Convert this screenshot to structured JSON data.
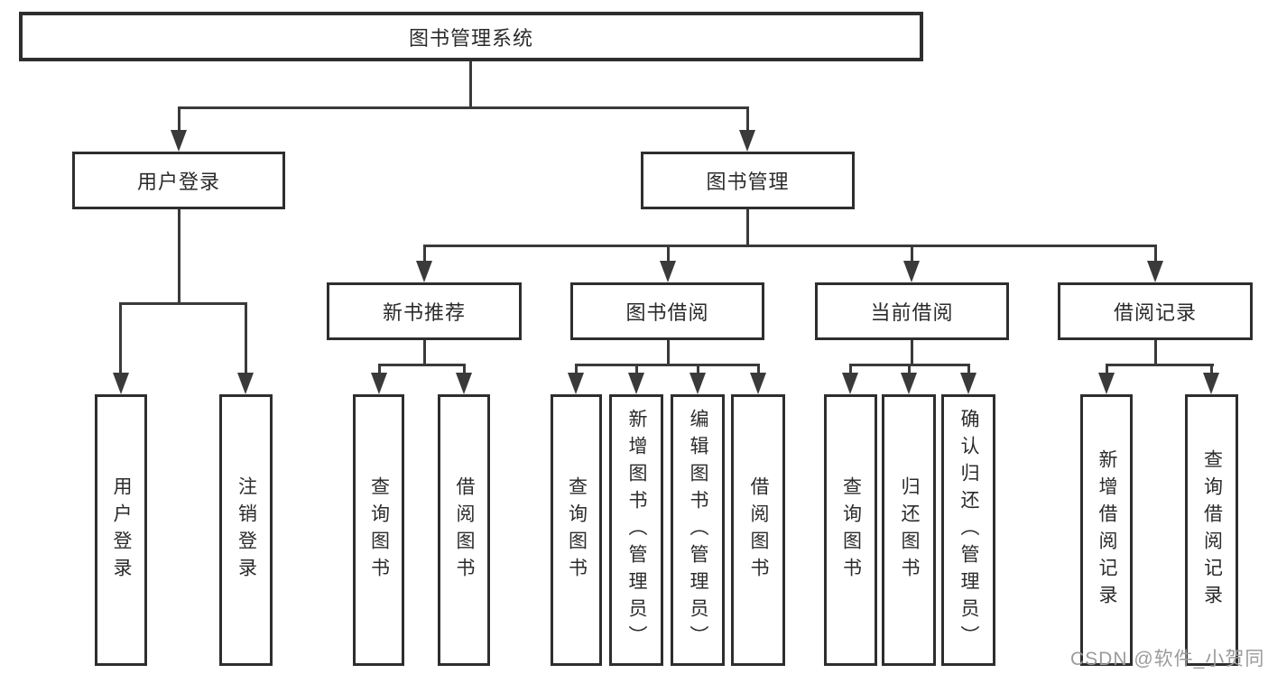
{
  "root": {
    "label": "图书管理系统"
  },
  "branches": [
    {
      "label": "用户登录",
      "leaves": [
        "用户登录",
        "注销登录"
      ]
    },
    {
      "label": "图书管理",
      "sections": [
        {
          "label": "新书推荐",
          "leaves": [
            "查询图书",
            "借阅图书"
          ]
        },
        {
          "label": "图书借阅",
          "leaves": [
            "查询图书",
            "新增图书（管理员）",
            "编辑图书（管理员）",
            "借阅图书"
          ]
        },
        {
          "label": "当前借阅",
          "leaves": [
            "查询图书",
            "归还图书",
            "确认归还（管理员）"
          ]
        },
        {
          "label": "借阅记录",
          "leaves": [
            "新增借阅记录",
            "查询借阅记录"
          ]
        }
      ]
    }
  ],
  "watermark": {
    "text": "CSDN @软件_小贺同学"
  },
  "colors": {
    "line": "#3a3a3a",
    "box_border": "#2e2e2e",
    "text": "#2b2b2b",
    "watermark": "#9b9b9b",
    "background": "#ffffff"
  }
}
